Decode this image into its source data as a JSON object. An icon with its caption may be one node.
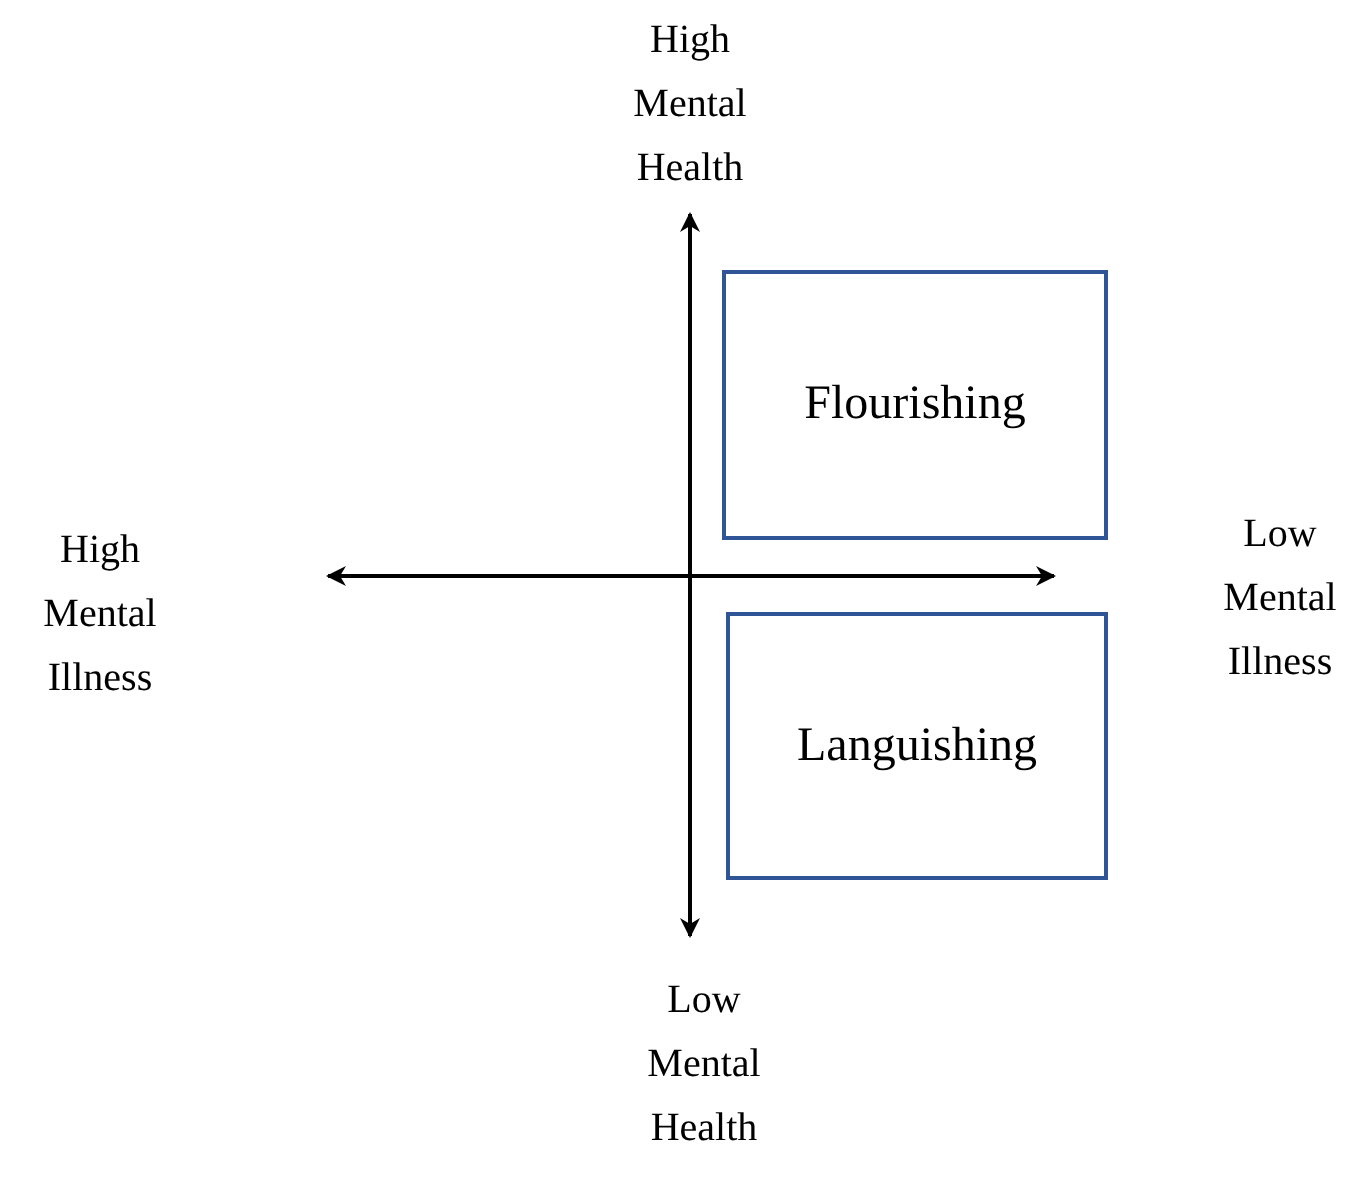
{
  "diagram": {
    "nodes": [
      {
        "text": [
          "Flourishing"
        ]
      },
      {
        "text": [
          "Languishing"
        ]
      }
    ],
    "labels": [
      "High Mental Health",
      "High Mental Illness",
      "Low Mental Illness",
      "Low Mental Health"
    ]
  }
}
